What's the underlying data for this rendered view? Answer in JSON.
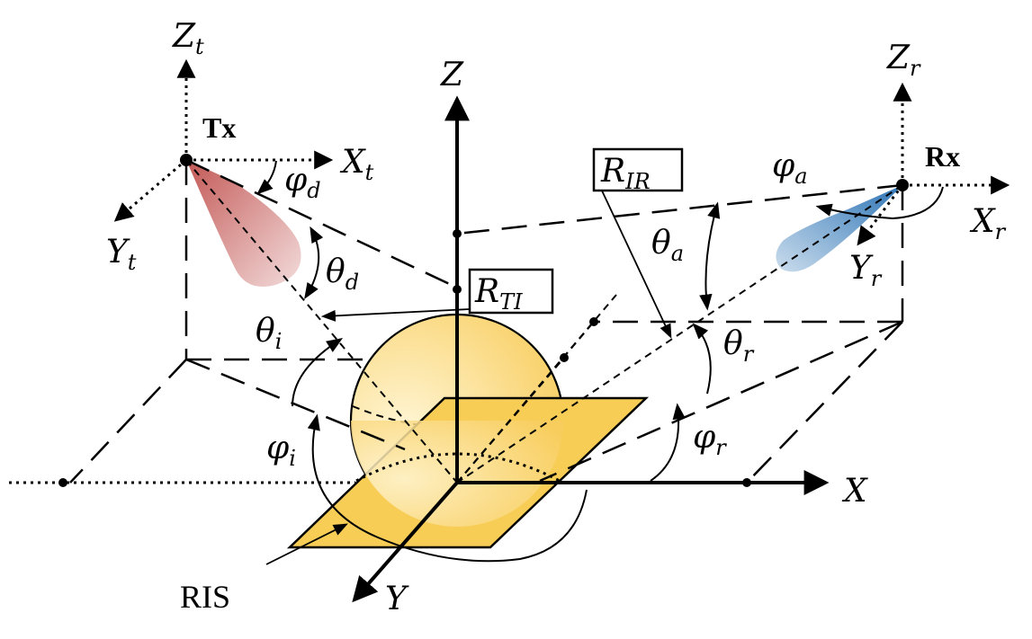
{
  "colors": {
    "ris_fill": "#f7cd55",
    "sphere_light": "#fff6d6",
    "sphere_dark": "#f8cd5e",
    "tx_beam": "#c0504d",
    "rx_beam": "#2e75b6",
    "line": "#000000"
  },
  "labels": {
    "tx": {
      "base": "Tx"
    },
    "rx": {
      "base": "Rx"
    },
    "ris": {
      "base": "RIS"
    },
    "axis_x": {
      "base": "X"
    },
    "axis_y": {
      "base": "Y"
    },
    "axis_z": {
      "base": "Z"
    },
    "axis_xt": {
      "base": "X",
      "sub": "t"
    },
    "axis_yt": {
      "base": "Y",
      "sub": "t"
    },
    "axis_zt": {
      "base": "Z",
      "sub": "t"
    },
    "axis_xr": {
      "base": "X",
      "sub": "r"
    },
    "axis_yr": {
      "base": "Y",
      "sub": "r"
    },
    "axis_zr": {
      "base": "Z",
      "sub": "r"
    },
    "r_ti": {
      "base": "R",
      "sub": "TI"
    },
    "r_ir": {
      "base": "R",
      "sub": "IR"
    },
    "phi_d": {
      "base": "φ",
      "sub": "d"
    },
    "theta_d": {
      "base": "θ",
      "sub": "d"
    },
    "theta_i": {
      "base": "θ",
      "sub": "i"
    },
    "phi_i": {
      "base": "φ",
      "sub": "i"
    },
    "phi_a": {
      "base": "φ",
      "sub": "a"
    },
    "theta_a": {
      "base": "θ",
      "sub": "a"
    },
    "theta_r": {
      "base": "θ",
      "sub": "r"
    },
    "phi_r": {
      "base": "φ",
      "sub": "r"
    }
  }
}
